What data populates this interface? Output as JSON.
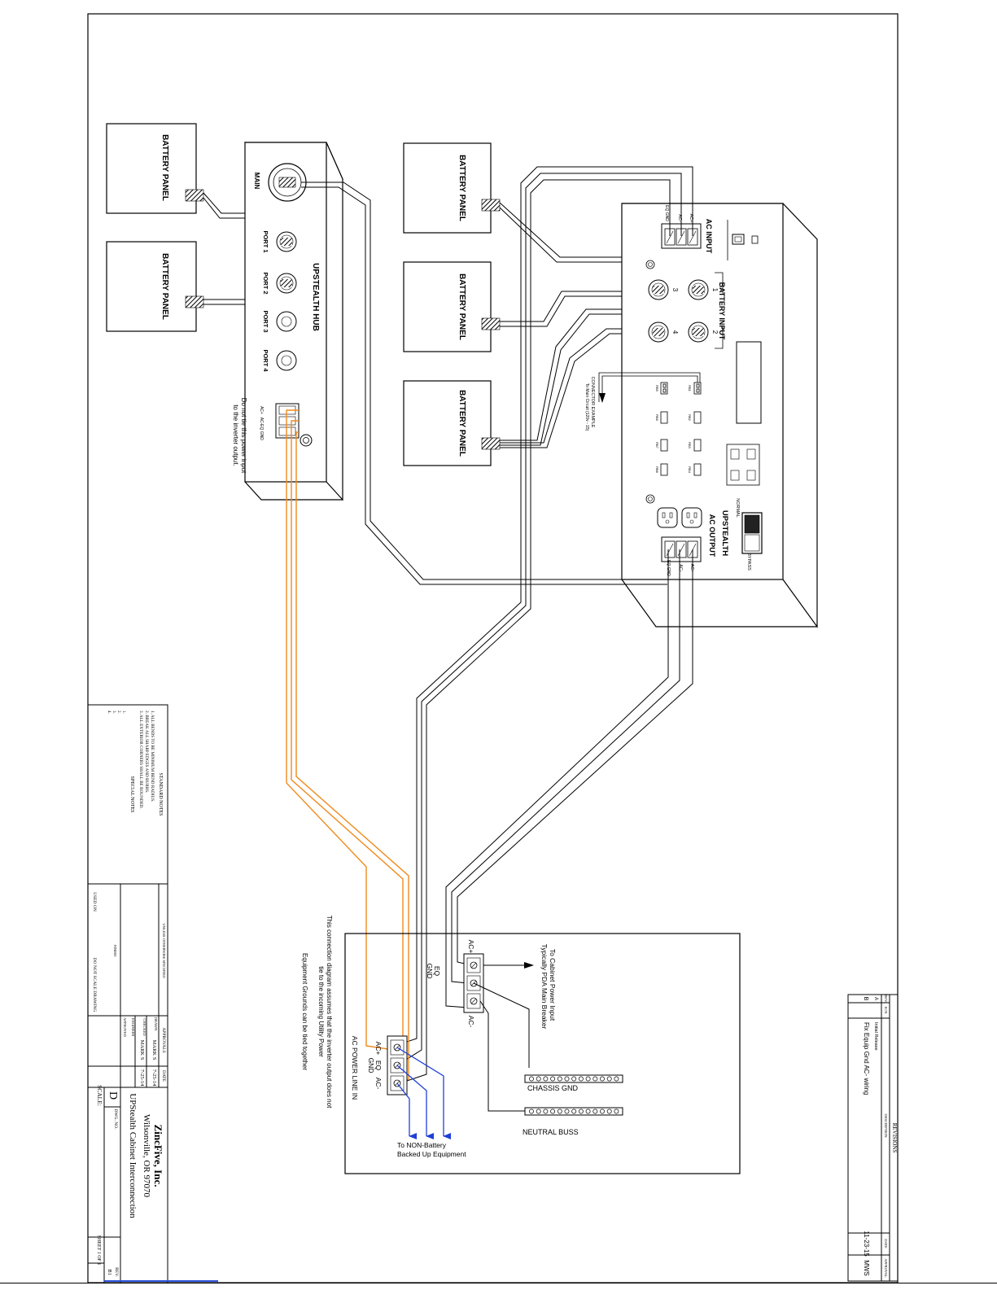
{
  "battery_panel_label": "BATTERY PANEL",
  "hub": {
    "title": "UPSTEALTH HUB",
    "main_label": "MAIN",
    "ports": [
      "PORT 1",
      "PORT 2",
      "PORT 3",
      "PORT 4"
    ],
    "terminal_labels": [
      "AC+",
      "AC-",
      "EQ GND"
    ],
    "note_line1": "Do not tie this power input",
    "note_line2": "to the inverter output."
  },
  "unit": {
    "title": "UPSTEALTH",
    "ac_input_label": "AC INPUT",
    "ac_output_label": "AC OUTPUT",
    "battery_input_label": "BATTERY INPUT",
    "battery_input_numbers": [
      "1",
      "2",
      "3",
      "4"
    ],
    "terminal_labels": [
      "AC+",
      "AC-",
      "EQ GND"
    ],
    "switch_normal": "NORMAL",
    "switch_bypass": "BYPASS",
    "connector_example": "CONNECTOR EXAMPLE",
    "connector_example_sub": "To Main Circuit (120v - 15)",
    "connector_example_terms": "AC+  AC-"
  },
  "power_box": {
    "ac_plus": "AC+",
    "ac_minus": "AC-",
    "eq_gnd": "EQ GND",
    "cabinet_power_line1": "To Cabinet Power Input",
    "cabinet_power_line2": "Typically PDA Main Breaker",
    "chassis_gnd": "CHASSIS GND",
    "neutral_buss": "NEUTRAL BUSS",
    "ac_power_line_in": "AC POWER LINE IN",
    "non_battery_line1": "To NON-Battery",
    "non_battery_line2": "Backed Up Equipment",
    "note_line1": "This connection diagram assumes that the inverter output does not",
    "note_line2": "tie to the incoming Utility Power",
    "note_line3": "Equipment Grounds can be tied together"
  },
  "notes": {
    "standard_title": "STANDARD NOTES",
    "standard_items": [
      "1.  ALL BENDS TO BE MINIMUM BEND RADIUS.",
      "2.  BREAK ALL SHARP EDGES AND BURRS.",
      "3.  ALL EXTERIOR CORNERS SHALL BE ROUNDED."
    ],
    "special_title": "SPECIAL NOTES",
    "special_items": [
      "1.",
      "2.",
      "3.",
      "4."
    ]
  },
  "title_block": {
    "company": "ZincFive, Inc.",
    "city": "Wilsonville, OR  97070",
    "drawing_title": "UPStealth Cabinet Interconnection",
    "size": "D",
    "dwg_no_label": "DWG. NO.",
    "scale_label": "SCALE:",
    "sheet_label": "SHEET 1 OF 1",
    "rev_label": "REV.",
    "rev_value": "B1",
    "approvals_label": "APPROVALS",
    "date_label": "DATE",
    "drawn_label": "DRAWN",
    "drawn_by": "MARK S",
    "drawn_date": "7-25-14",
    "checked_label": "CHECKED",
    "checked_by": "MARK S",
    "checked_date": "7-25-14",
    "engineer_label": "ENGINEER",
    "approved_label": "APPROVED",
    "used_on_label": "USED ON",
    "do_not_scale": "DO NOT SCALE DRAWING",
    "tolerance_label": "UNLESS OTHERWISE SPECIFIED",
    "finish_label": "FINISH"
  },
  "revisions": {
    "title": "REVISIONS",
    "headers": [
      "REV.",
      "ECN",
      "DESCRIPTION",
      "DATE",
      "APPROVAL"
    ],
    "rows": [
      {
        "rev": "A",
        "description": "Initial Release",
        "date": "",
        "approval": ""
      },
      {
        "rev": "B",
        "description": "Fix Equip Gnd AC- wiring",
        "date": "11-23-15",
        "approval": "MWS"
      }
    ]
  },
  "colors": {
    "orange_wire": "#f08a1c",
    "blue_wire": "#1f3fd8",
    "line": "#000000"
  }
}
